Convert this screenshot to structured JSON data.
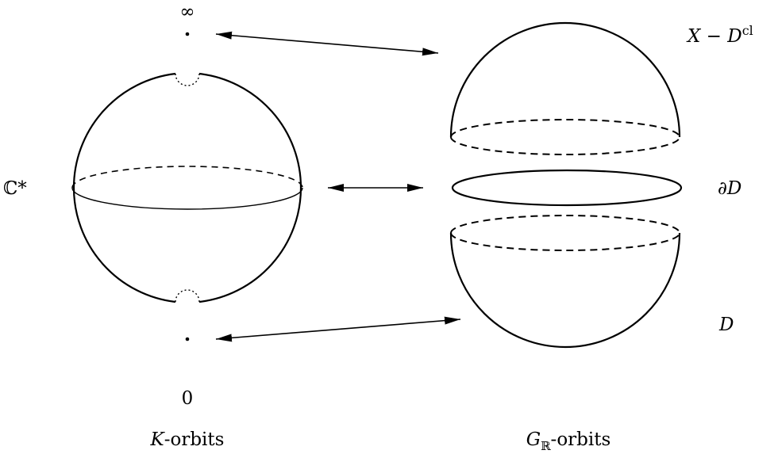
{
  "labels": {
    "infinity": "∞",
    "zero": "0",
    "c_star": "ℂ*",
    "x_minus": "X − D",
    "cl": "cl",
    "partial_d": "∂D",
    "d": "D",
    "k_letter": "K",
    "orbits_suffix": "-orbits",
    "g_letter": "G",
    "g_sub": "ℝ"
  }
}
